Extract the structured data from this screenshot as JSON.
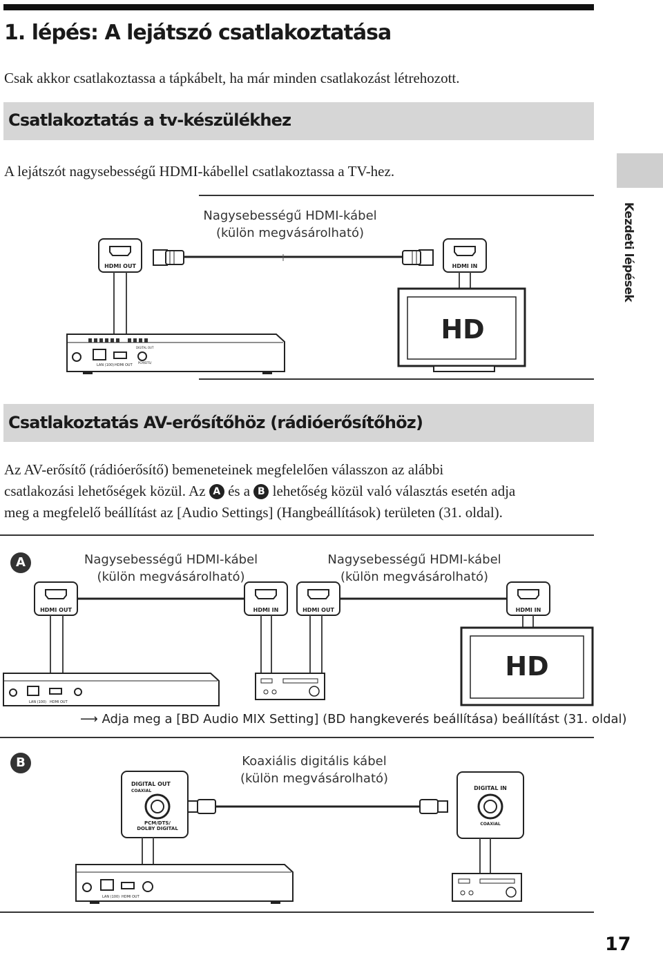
{
  "page": {
    "title": "1. lépés: A lejátszó csatlakoztatása",
    "intro": "Csak akkor csatlakoztassa a tápkábelt, ha már minden csatlakozást létrehozott.",
    "side_tab": "Kezdeti lépések",
    "page_number": "17"
  },
  "section_tv": {
    "title": "Csatlakoztatás a tv-készülékhez",
    "text": "A lejátszót nagysebességű HDMI-kábellel csatlakoztassa a TV-hez.",
    "cable_line1": "Nagysebességű HDMI-kábel",
    "cable_line2": "(külön megvásárolható)",
    "port_out": "HDMI OUT",
    "port_in": "HDMI IN",
    "tv_logo": "HD"
  },
  "section_av": {
    "title": "Csatlakoztatás AV-erősítőhöz (rádióerősítőhöz)",
    "line1": "Az AV-erősítő (rádióerősítő) bemeneteinek megfelelően válasszon az alábbi",
    "line2": "csatlakozási lehetőségek közül. Az",
    "badge_a": "A",
    "and_a": "és a",
    "badge_b": "B",
    "line2_end": "lehetőség közül való választás esetén adja",
    "line3": "meg a megfelelő beállítást az [Audio Settings] (Hangbeállítások) területen (31. oldal)."
  },
  "option_a": {
    "badge": "A",
    "cable1_line1": "Nagysebességű HDMI-kábel",
    "cable1_line2": "(külön megvásárolható)",
    "cable2_line1": "Nagysebességű HDMI-kábel",
    "cable2_line2": "(külön megvásárolható)",
    "port_player_out": "HDMI OUT",
    "port_amp_in": "HDMI IN",
    "port_amp_out": "HDMI OUT",
    "port_tv_in": "HDMI IN",
    "tv_logo": "HD",
    "note": "Adja meg a [BD Audio MIX Setting] (BD hangkeverés beállítása) beállítást (31. oldal)"
  },
  "option_b": {
    "badge": "B",
    "cable_line1": "Koaxiális digitális kábel",
    "cable_line2": "(külön megvásárolható)",
    "out_label1": "DIGITAL OUT",
    "out_label2": "COAXIAL",
    "out_label3": "PCM/DTS/",
    "out_label4": "DOLBY DIGITAL",
    "in_label1": "DIGITAL IN",
    "in_label2": "COAXIAL"
  },
  "player_labels": {
    "lan": "LAN (100)",
    "hdmi_out": "HDMI OUT",
    "digital_out": "DIGITAL OUT",
    "coaxial": "COAXIAL",
    "pcm": "PCM/DTS/",
    "dolby": "DOLBY DIGITAL"
  }
}
